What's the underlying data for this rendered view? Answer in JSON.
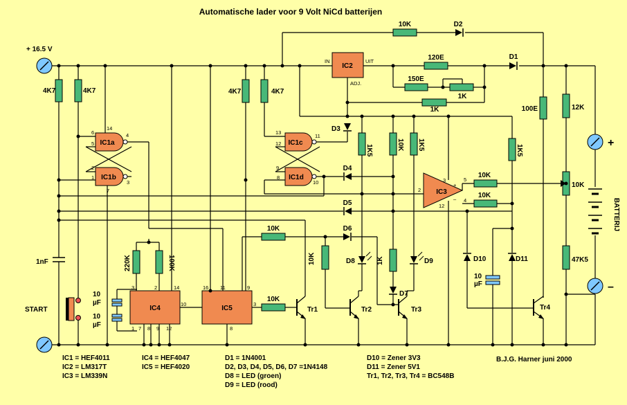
{
  "title": "Automatische lader voor 9 Volt NiCd batterijen",
  "supply": {
    "plus": "+ 16.5 V",
    "start": "START"
  },
  "battery": {
    "label": "BATTERIJ",
    "plus": "+",
    "minus": "–"
  },
  "ics": {
    "ic1a": "IC1a",
    "ic1b": "IC1b",
    "ic1c": "IC1c",
    "ic1d": "IC1d",
    "ic2": "IC2",
    "ic3": "IC3",
    "ic4": "IC4",
    "ic5": "IC5"
  },
  "ic2_pins": {
    "in": "IN",
    "out": "UIT",
    "adj": "ADJ."
  },
  "resistors": {
    "r10k_top": "10K",
    "r120e": "120E",
    "r150e": "150E",
    "r1k_pot": "1K",
    "r1k": "1K",
    "r4k7_a": "4K7",
    "r4k7_b": "4K7",
    "r4k7_c": "4K7",
    "r4k7_d": "4K7",
    "r1k5_a": "1K5",
    "r10k_v": "10K",
    "r1k5_b": "1K5",
    "r1k5_c": "1K5",
    "r100e": "100E",
    "r12k": "12K",
    "r10k_pot": "10K",
    "r47k5": "47K5",
    "r10k_ic3a": "10K",
    "r10k_ic3b": "10K",
    "r10k_d6": "10K",
    "r220k": "220K",
    "r100k": "100K",
    "r10k_tr1": "10K",
    "r10k_tr2": "10K",
    "r1k_d7": "1K"
  },
  "caps": {
    "c1nf": "1nF",
    "c10a": "10",
    "c10a_u": "µF",
    "c10b": "10",
    "c10b_u": "µF",
    "c10c": "10",
    "c10c_u": "µF"
  },
  "diodes": {
    "d1": "D1",
    "d2": "D2",
    "d3": "D3",
    "d4": "D4",
    "d5": "D5",
    "d6": "D6",
    "d7": "D7",
    "d8": "D8",
    "d9": "D9",
    "d10": "D10",
    "d11": "D11"
  },
  "transistors": {
    "tr1": "Tr1",
    "tr2": "Tr2",
    "tr3": "Tr3",
    "tr4": "Tr4"
  },
  "pins": {
    "p6": "6",
    "p14": "14",
    "p5": "5",
    "p4": "4",
    "p2": "2",
    "p1": "1",
    "p3": "3",
    "p7": "7",
    "p13": "13",
    "p12": "12",
    "p11": "11",
    "p9": "9",
    "p8": "8",
    "p10": "10",
    "ic3_3": "3",
    "ic3_2": "2",
    "ic3_5": "5",
    "ic3_4": "4",
    "ic3_12": "12",
    "ic3_p": "+",
    "ic3_m": "–",
    "ic4_3": "3",
    "ic4_2": "2",
    "ic4_14": "14",
    "ic4_10": "10",
    "ic4_1": "1",
    "ic4_7": "7",
    "ic4_8": "8",
    "ic4_9": "9",
    "ic4_12": "12",
    "ic5_16": "16",
    "ic5_11": "11",
    "ic5_9": "9",
    "ic5_3": "3",
    "ic5_8": "8"
  },
  "legend": {
    "col1": [
      "IC1 = HEF4011",
      "IC2 = LM317T",
      "IC3 = LM339N"
    ],
    "col2": [
      "IC4 = HEF4047",
      "IC5 = HEF4020"
    ],
    "col3": [
      "D1 = 1N4001",
      "D2, D3, D4, D5, D6, D7 =1N4148",
      "D8 = LED (groen)",
      "D9 = LED (rood)"
    ],
    "col4": [
      "D10 = Zener 3V3",
      "D11 = Zener 5V1",
      "Tr1, Tr2, Tr3, Tr4 = BC548B"
    ]
  },
  "author": "B.J.G. Harner juni 2000",
  "colors": {
    "background": "#ffffa8",
    "ic_fill": "#f08a50",
    "resistor_fill": "#48b878",
    "terminal_fill": "#7fc8ff"
  }
}
